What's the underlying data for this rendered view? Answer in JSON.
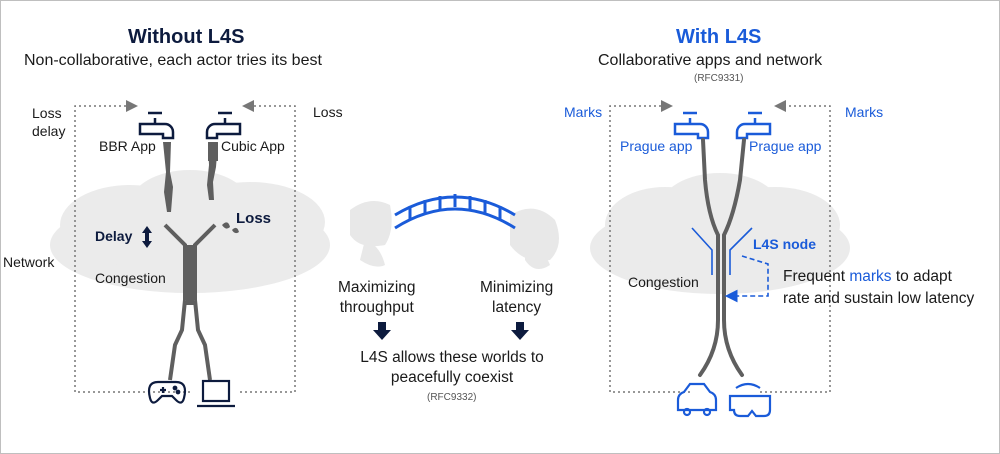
{
  "left": {
    "title": "Without L4S",
    "subtitle": "Non-collaborative, each actor tries its best",
    "loss_delay_label": "Loss\ndelay",
    "loss_label": "Loss",
    "bbr_app": "BBR App",
    "cubic_app": "Cubic App",
    "delay_label": "Delay",
    "loss_bold": "Loss",
    "congestion": "Congestion",
    "network": "Network"
  },
  "middle": {
    "left_text": "Maximizing\nthroughput",
    "right_text": "Minimizing\nlatency",
    "coexist": "L4S allows these worlds to\npeacefully coexist",
    "rfc": "(RFC9332)"
  },
  "right": {
    "title": "With L4S",
    "subtitle": "Collaborative apps and network",
    "rfc": "(RFC9331)",
    "marks_left": "Marks",
    "marks_right": "Marks",
    "prague_left": "Prague app",
    "prague_right": "Prague app",
    "l4s_node": "L4S node",
    "congestion": "Congestion",
    "frequent_pre": "Frequent ",
    "frequent_marks": "marks",
    "frequent_post": " to adapt",
    "frequent_line2": "rate and sustain low latency"
  },
  "colors": {
    "dark_navy": "#0d1b3e",
    "blue": "#1a5bd9",
    "pipe_gray": "#5f5f5f",
    "cloud": "#e8e8e8"
  },
  "icons": [
    "faucet-icon",
    "gamepad-icon",
    "laptop-icon",
    "car-icon",
    "vr-headset-icon",
    "bridge-icon",
    "globe-icon",
    "down-arrow-icon"
  ]
}
